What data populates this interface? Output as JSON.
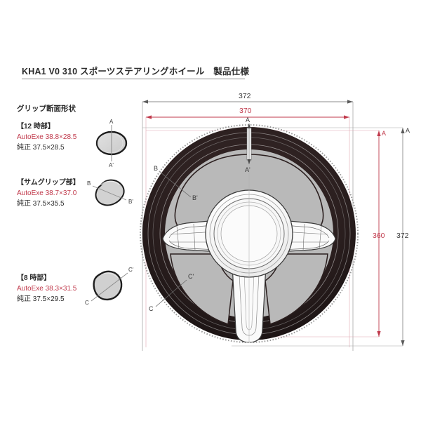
{
  "document": {
    "title": "KHA1 V0 310 スポーツステアリングホイール　製品仕様",
    "background_color": "#ffffff"
  },
  "colors": {
    "accent_red": "#c0394b",
    "line_black": "#3a3a3a",
    "rim_dark": "#2b1f1f",
    "panel_gray": "#b9b9b9",
    "text": "#2b2b2b"
  },
  "left_panel": {
    "section_heading": "グリップ断面形状",
    "groups": [
      {
        "title": "【12 時部】",
        "autoexe_label": "AutoExe 38.8×28.5",
        "oem_label": "純正 37.5×28.5",
        "section_marks": [
          "A",
          "A'"
        ]
      },
      {
        "title": "【サムグリップ部】",
        "autoexe_label": "AutoExe 38.7×37.0",
        "oem_label": "純正 37.5×35.5",
        "section_marks": [
          "B",
          "B'"
        ]
      },
      {
        "title": "【8 時部】",
        "autoexe_label": "AutoExe 38.3×31.5",
        "oem_label": "純正 37.5×29.5",
        "section_marks": [
          "C",
          "C'"
        ]
      }
    ]
  },
  "drawing": {
    "dimensions": {
      "top_outer": "372",
      "top_inner": "370",
      "right_inner": "360",
      "right_outer": "372"
    },
    "section_markers": {
      "a": "A",
      "a_prime": "A'",
      "b": "B",
      "b_prime": "B'",
      "c": "C",
      "c_prime": "C'",
      "a_right": "A"
    }
  }
}
